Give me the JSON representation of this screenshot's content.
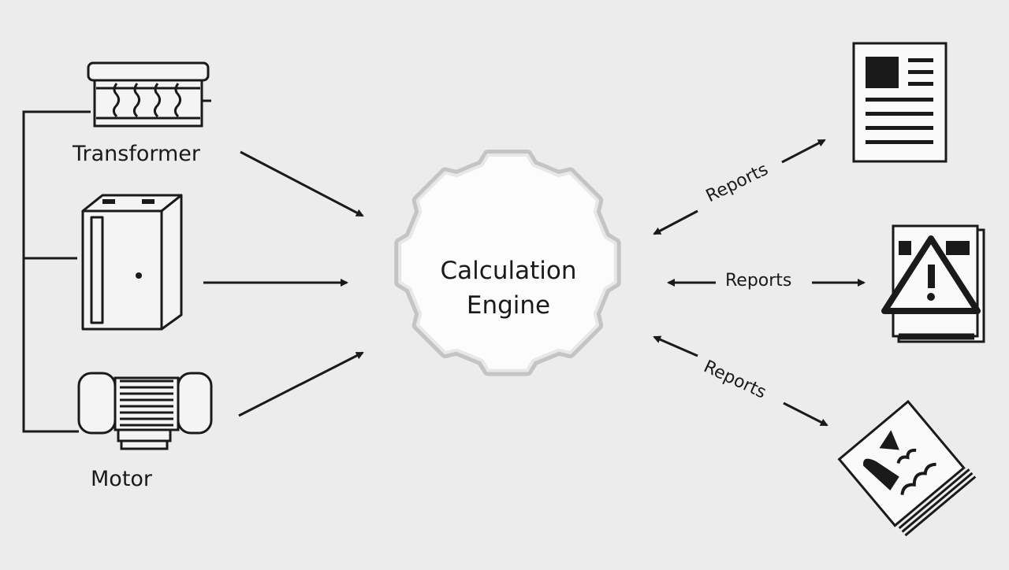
{
  "sources": {
    "transformer_label": "Transformer",
    "motor_label": "Motor",
    "cabinet_label": ""
  },
  "engine": {
    "line1": "Calculation",
    "line2": "Engine"
  },
  "outputs": [
    {
      "label": "Reports",
      "icon": "document-icon"
    },
    {
      "label": "Reports",
      "icon": "warning-document-icon"
    },
    {
      "label": "Reports",
      "icon": "signed-document-icon"
    }
  ],
  "colors": {
    "background": "#ececec",
    "stroke": "#1a1a1a",
    "gear_fill": "#fafafa",
    "gear_outline": "#bdbdbd"
  }
}
